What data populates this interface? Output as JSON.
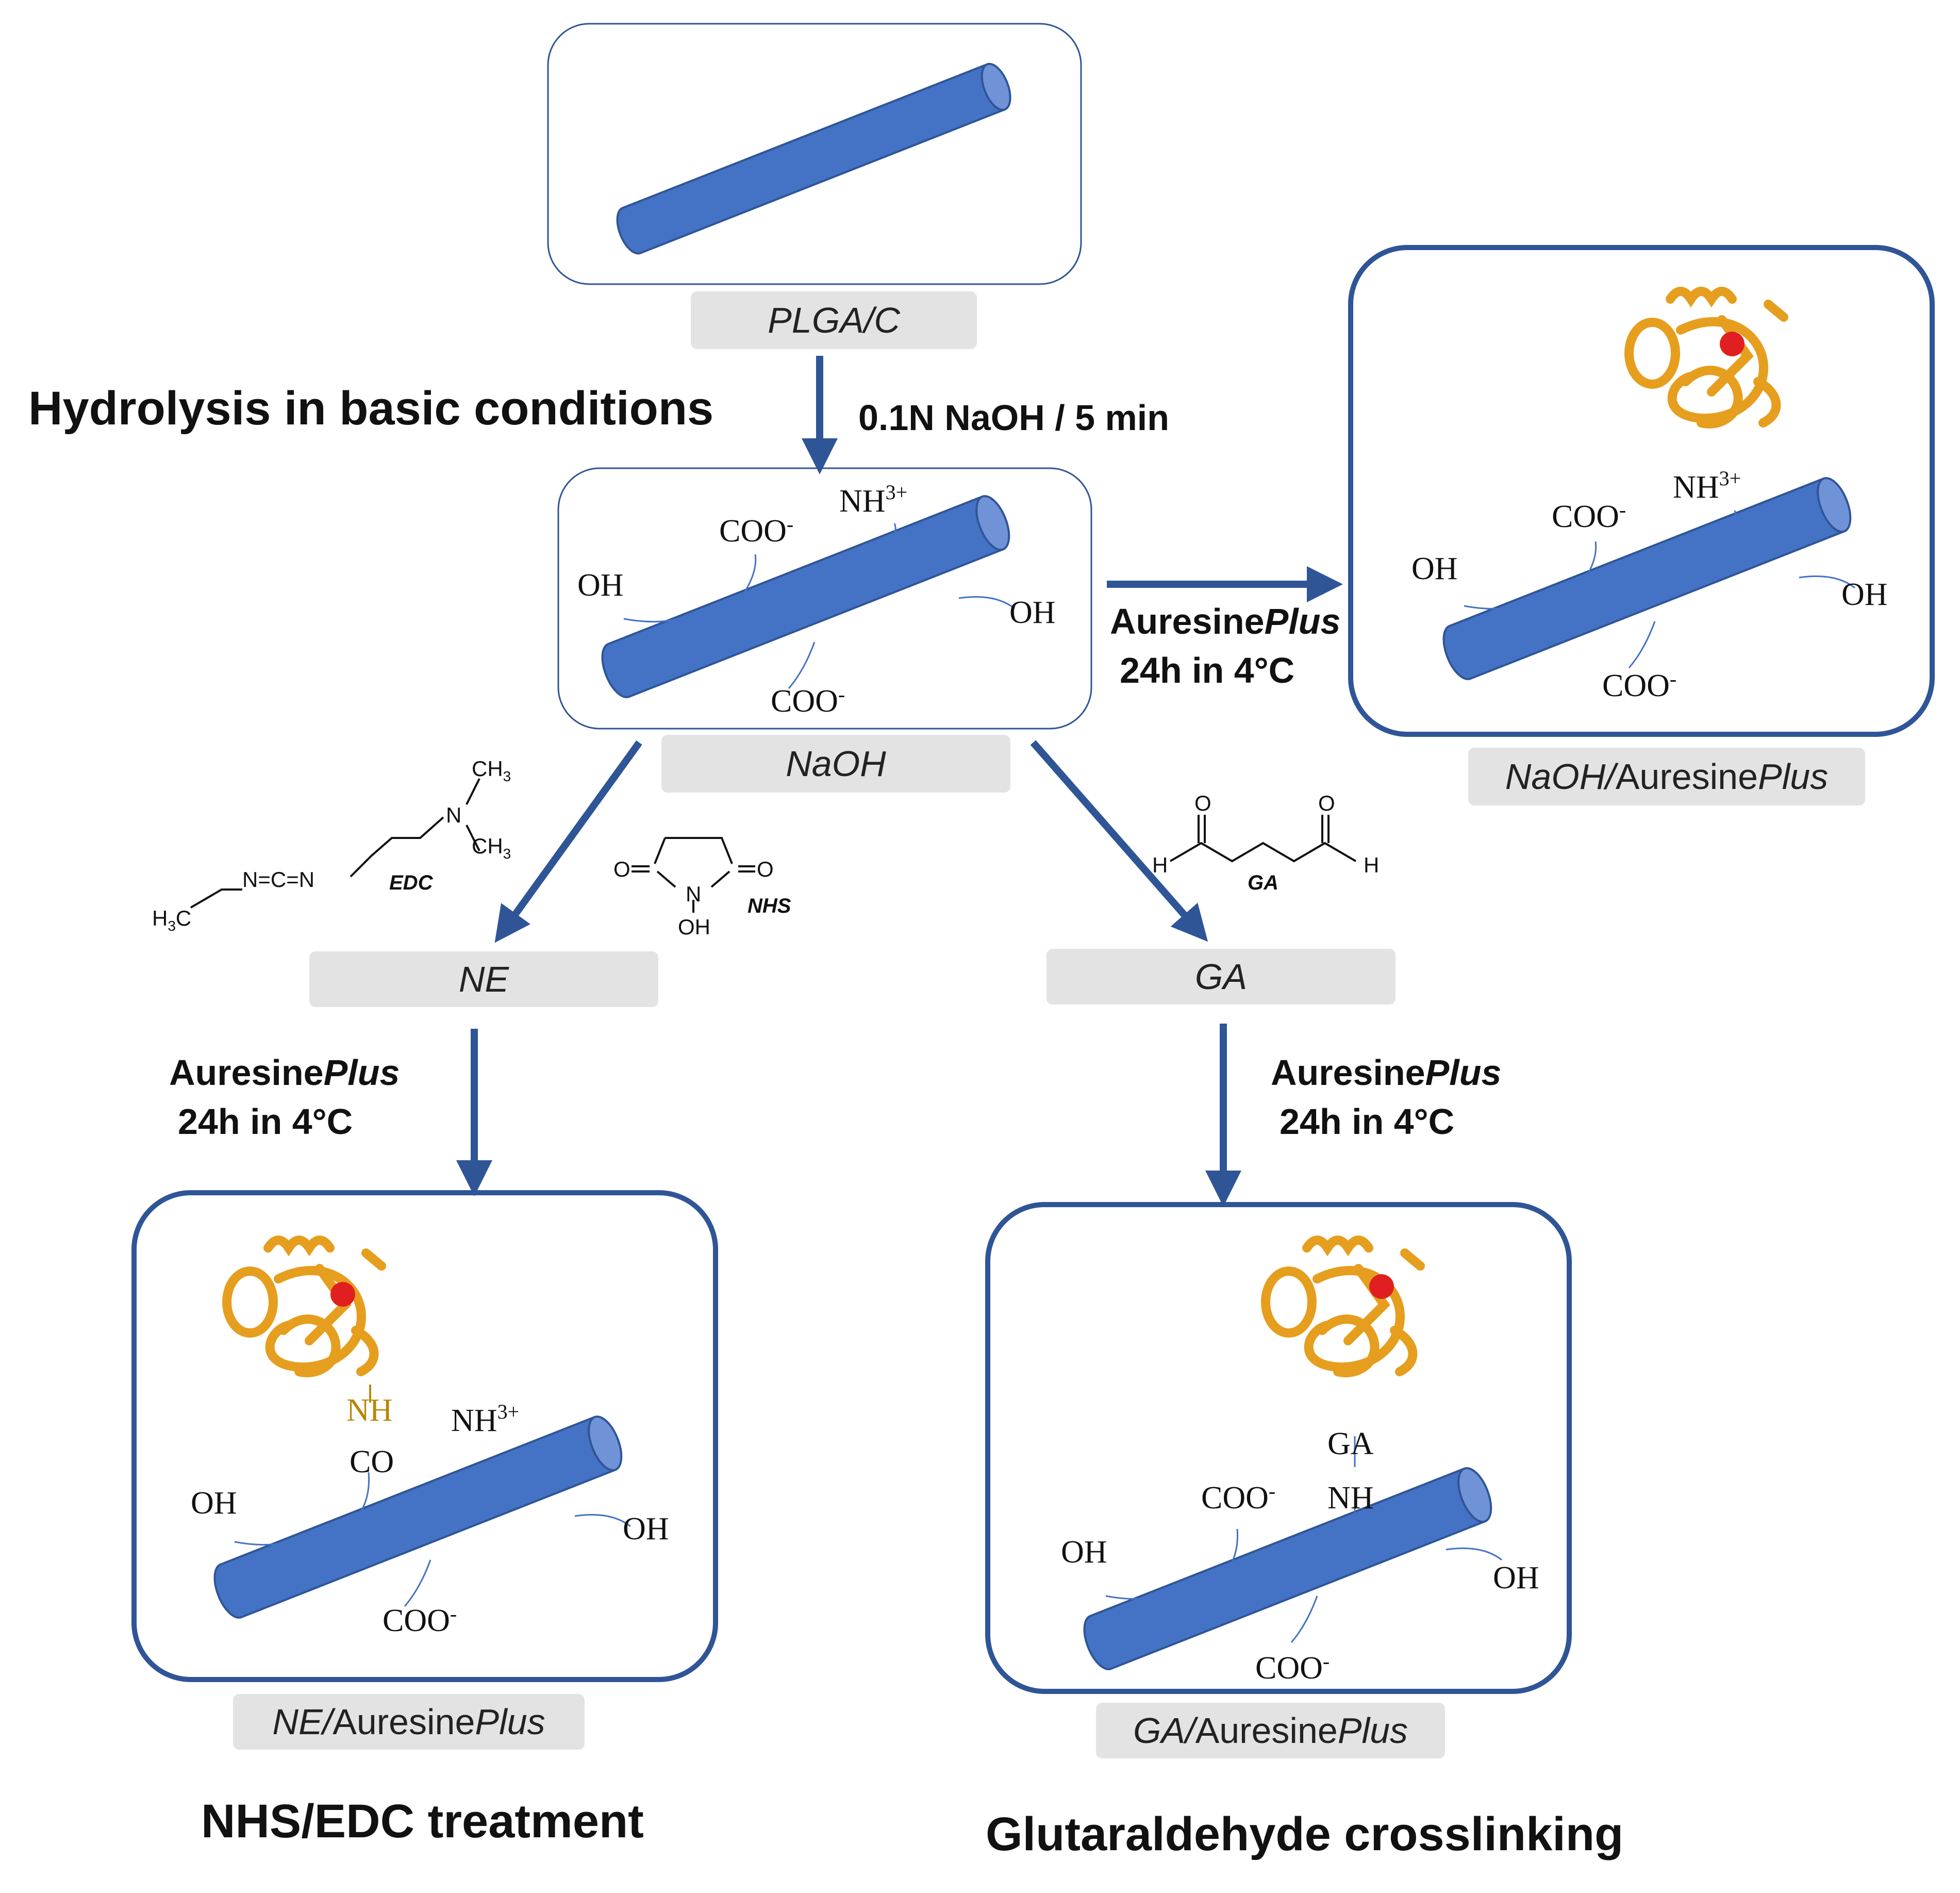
{
  "headings": {
    "hydrolysis": "Hydrolysis in basic conditions",
    "nhs_edc": "NHS/EDC treatment",
    "glutaraldehyde": "Glutaraldehyde crosslinking"
  },
  "conditions": {
    "naoh_step": "0.1N NaOH / 5 min",
    "agent_name": "Auresine",
    "agent_suffix": "Plus",
    "incubation": "24h in 4°C"
  },
  "sample_labels": {
    "plga": "PLGA/C",
    "naoh": "NaOH",
    "ne": "NE",
    "ga": "GA",
    "naoh_aur_prefix": "NaOH/",
    "ne_aur_prefix": "NE/",
    "ga_aur_prefix": "GA/",
    "aur_name": "Auresine",
    "aur_suffix": "Plus"
  },
  "groups": {
    "oh": "OH",
    "coo": "COO",
    "coo_charge": "-",
    "nh": "NH",
    "nh_charge": "3+",
    "nh_link": "NH",
    "co_link": "CO",
    "ga_link": "GA"
  },
  "reagents": {
    "edc_label": "EDC",
    "nhs_label": "NHS",
    "ga_label": "GA",
    "ch3": "CH",
    "ch3_sub": "3",
    "h3c": "H",
    "h3c_sub": "3",
    "h3c_c": "C",
    "n": "N",
    "o": "O",
    "oh": "OH",
    "h": "H",
    "carbodiimide": "N=C=N"
  },
  "colors": {
    "cylinder": "#4472c4",
    "frame": "#2f5597",
    "arrow": "#2f5597",
    "protein": "#e69e1e",
    "linker": "#b8860b",
    "ball": "#e02020"
  }
}
